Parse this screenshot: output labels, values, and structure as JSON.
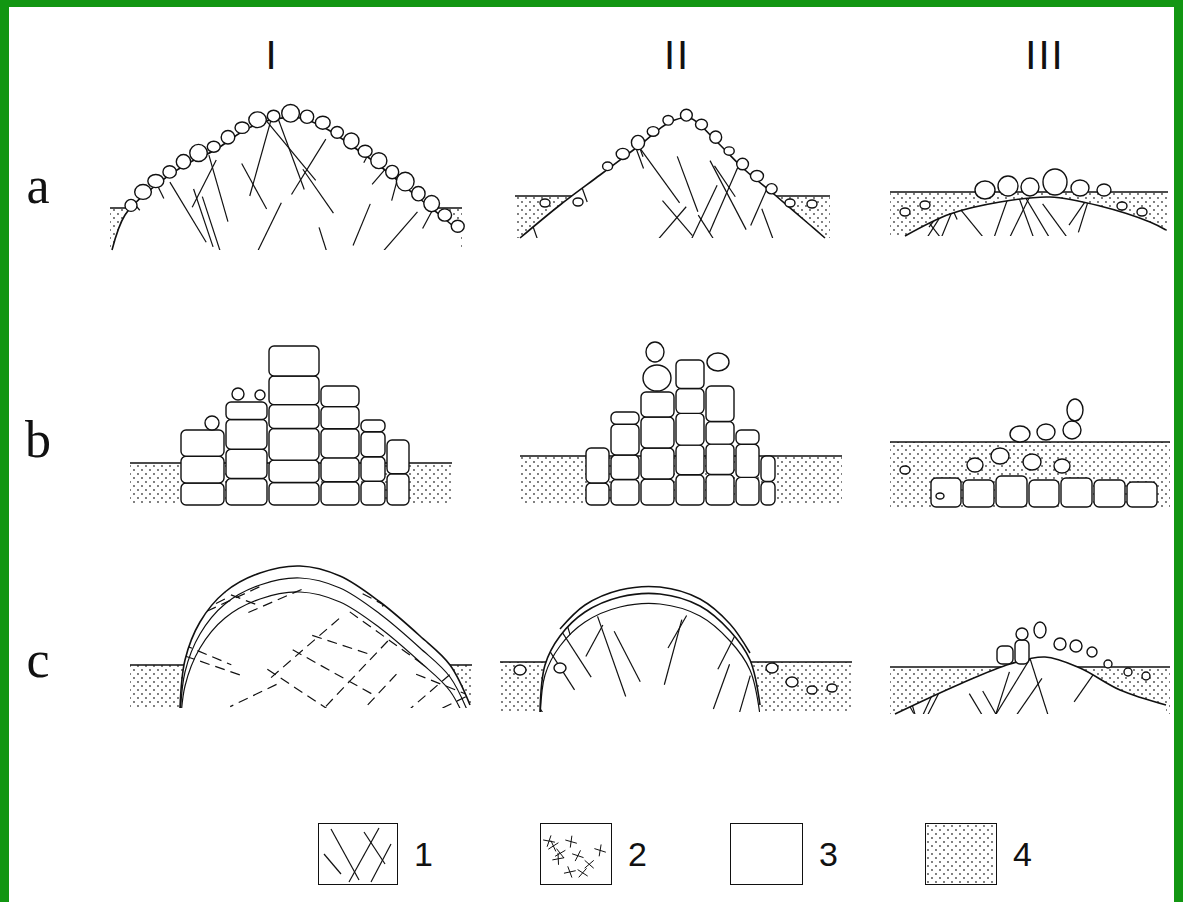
{
  "diagram": {
    "labels": [
      "I",
      "II",
      "III",
      "a",
      "b",
      "c"
    ],
    "legend": [
      {
        "text": "1"
      },
      {
        "text": "2"
      },
      {
        "text": "3",
        "color": "#ffffff"
      },
      {
        "text": "4"
      }
    ]
  }
}
